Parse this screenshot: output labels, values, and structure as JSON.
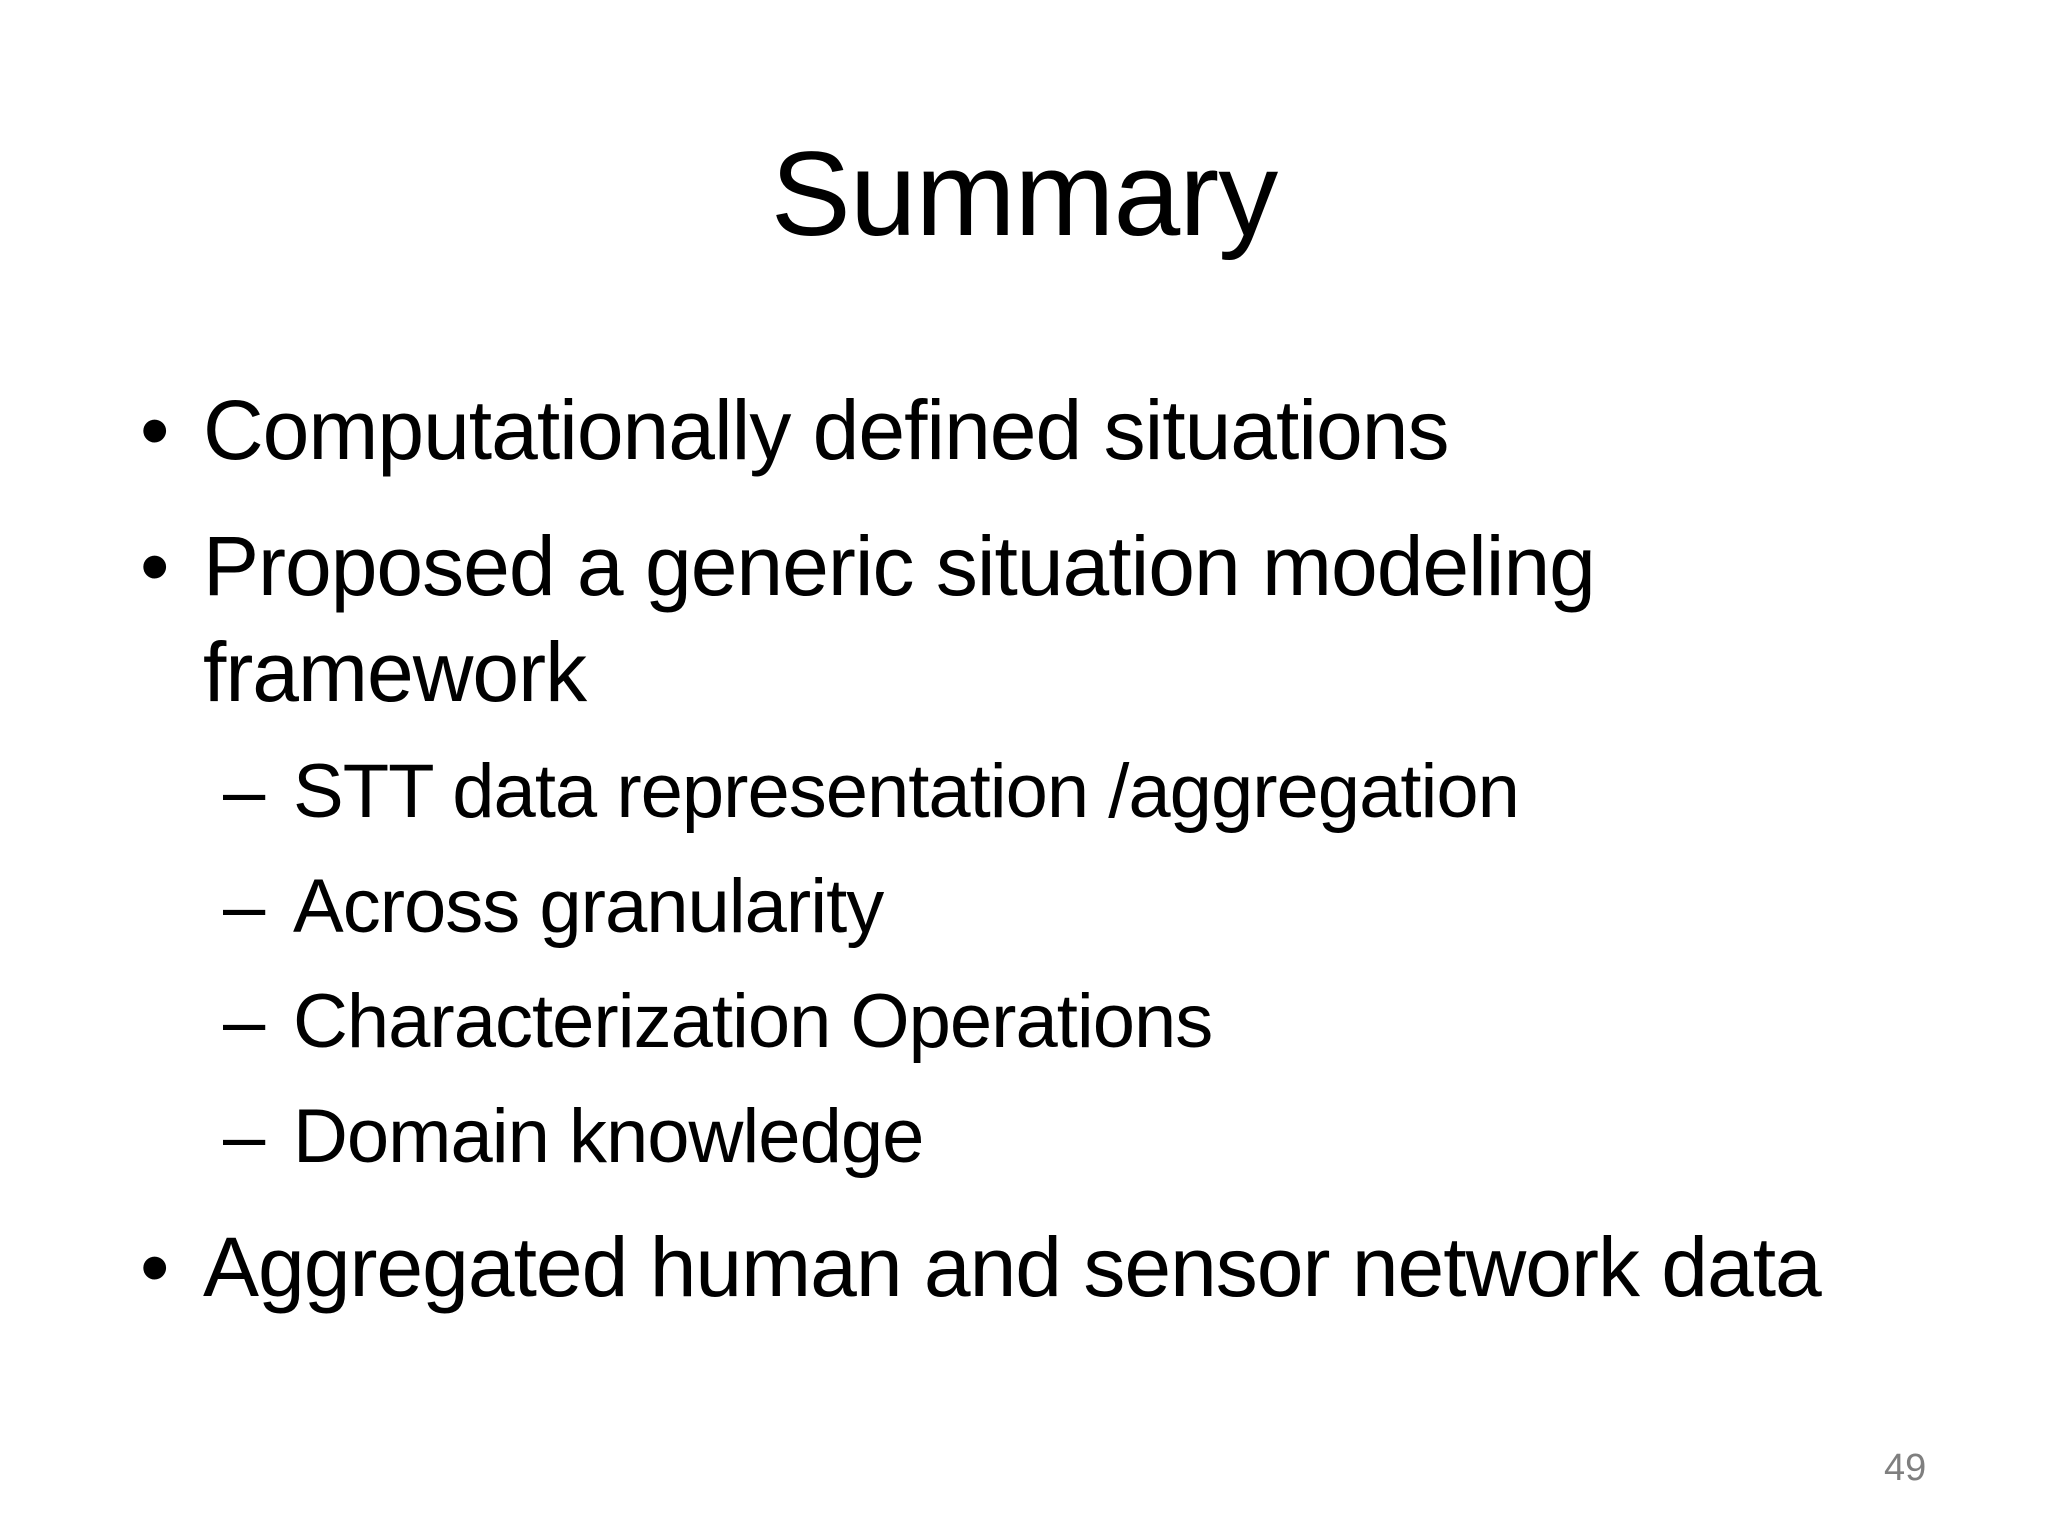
{
  "slide": {
    "title": "Summary",
    "markers": {
      "bullet_char": "•",
      "dash_char": "–"
    },
    "items": [
      {
        "level": 1,
        "text": "Computationally defined situations"
      },
      {
        "level": 1,
        "text": "Proposed a generic situation modeling framework"
      },
      {
        "level": 2,
        "text": "STT data representation /aggregation"
      },
      {
        "level": 2,
        "text": "Across granularity"
      },
      {
        "level": 2,
        "text": "Characterization Operations"
      },
      {
        "level": 2,
        "text": "Domain knowledge"
      },
      {
        "level": 1,
        "text": "Aggregated human and sensor network data"
      }
    ],
    "page_number": "49",
    "colors": {
      "background": "#ffffff",
      "text": "#000000",
      "page_number": "#7f7f7f"
    }
  }
}
